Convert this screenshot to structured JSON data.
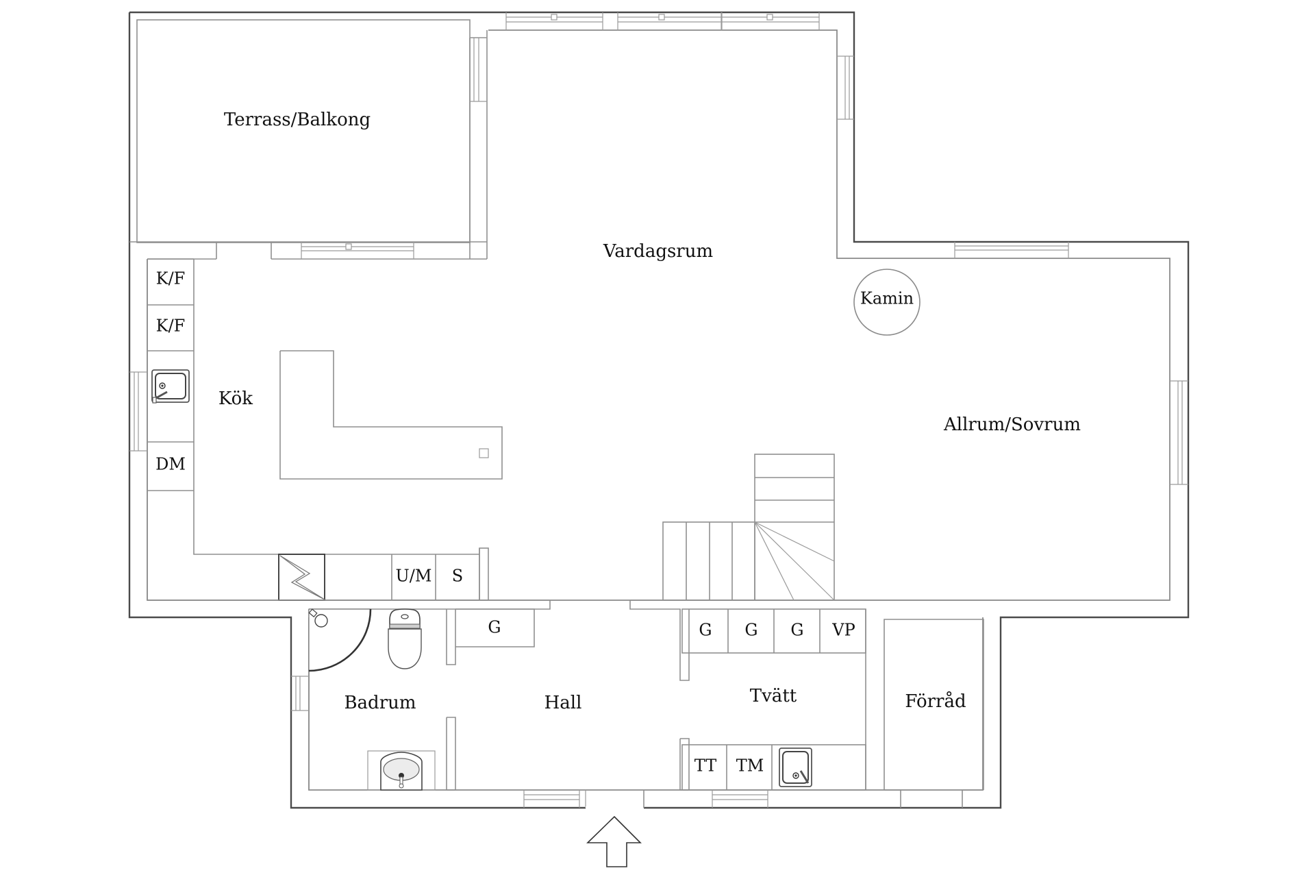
{
  "plan": {
    "title": "Floor plan",
    "colors": {
      "wall": "#4a4a4a",
      "inner": "#8a8a8a",
      "text": "#111111",
      "background": "#ffffff"
    }
  },
  "rooms": {
    "terrace": "Terrass/Balkong",
    "living": "Vardagsrum",
    "kitchen": "Kök",
    "family_bedroom": "Allrum/Sovrum",
    "bathroom": "Badrum",
    "hall": "Hall",
    "laundry": "Tvätt",
    "storage": "Förråd"
  },
  "fixtures": {
    "fireplace": "Kamin",
    "fridge_freezer_1": "K/F",
    "fridge_freezer_2": "K/F",
    "dishwasher": "DM",
    "oven_micro": "U/M",
    "cabinet_s": "S",
    "wardrobe_hall": "G",
    "wardrobe_1": "G",
    "wardrobe_2": "G",
    "wardrobe_3": "G",
    "heat_pump": "VP",
    "tumble_dryer": "TT",
    "washing_machine": "TM"
  },
  "icons": {
    "entrance": "entrance-arrow-icon",
    "kitchen_sink": "sink-icon",
    "laundry_sink": "sink-icon",
    "toilet": "toilet-icon",
    "washbasin": "washbasin-icon",
    "shower": "shower-icon",
    "electrical_panel": "electrical-panel-icon",
    "staircase": "staircase-icon"
  }
}
